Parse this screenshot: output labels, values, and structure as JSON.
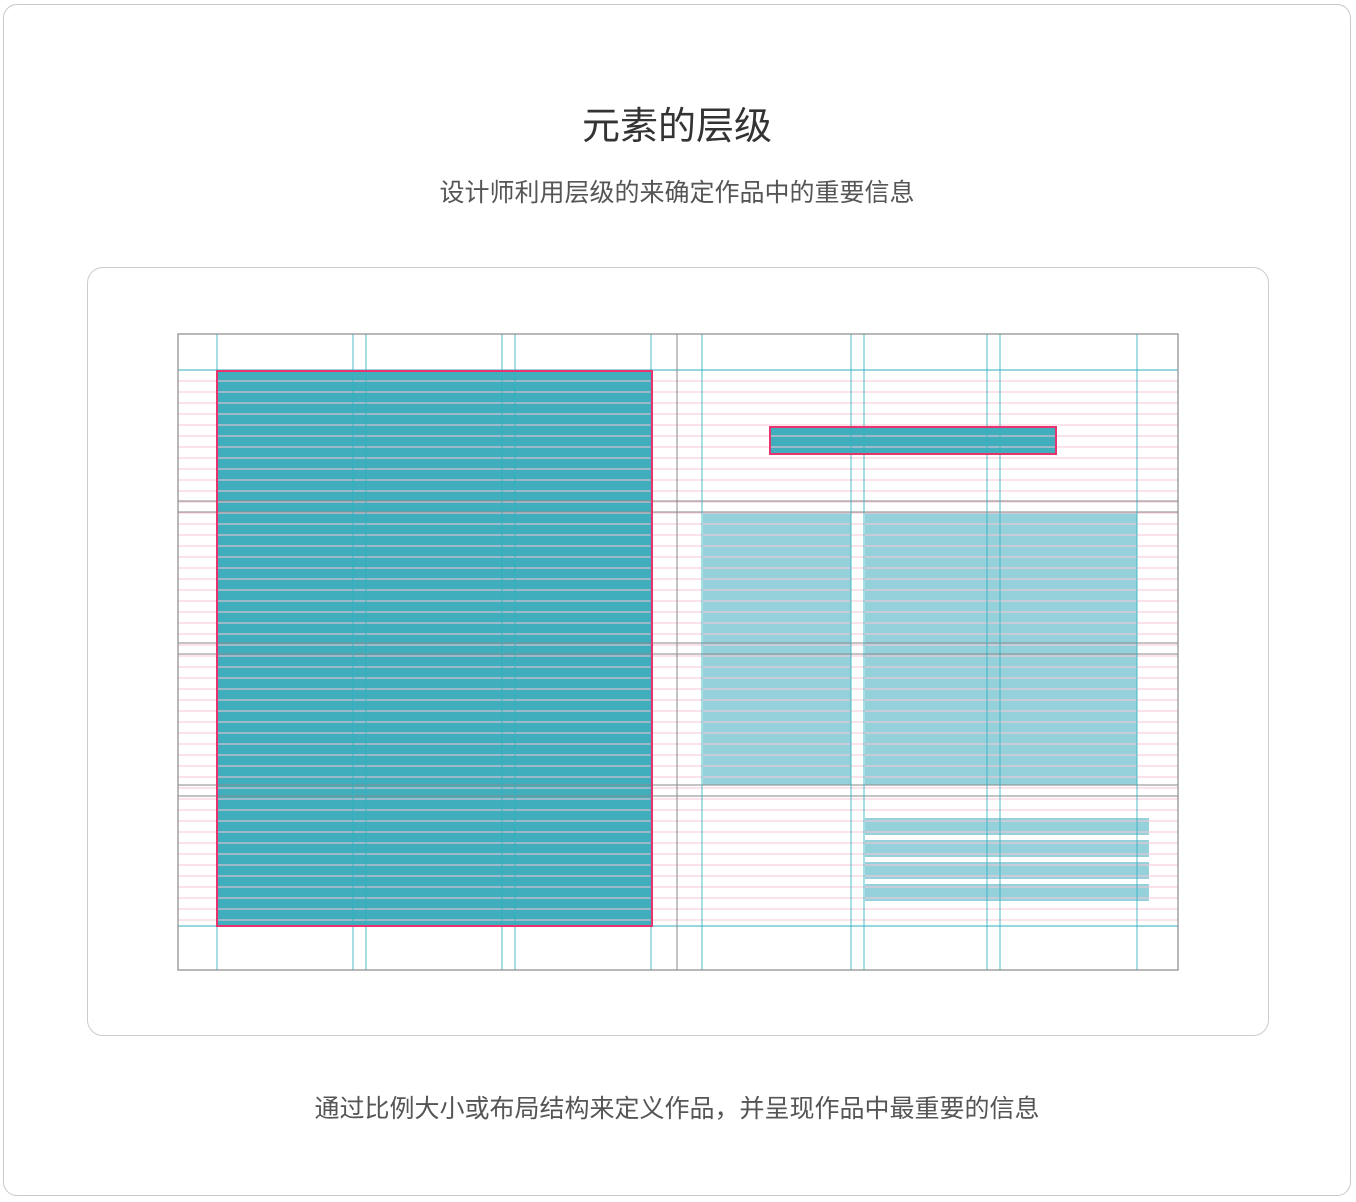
{
  "header": {
    "title": "元素的层级",
    "subtitle": "设计师利用层级的来确定作品中的重要信息"
  },
  "footer": {
    "caption": "通过比例大小或布局结构来定义作品，并呈现作品中最重要的信息"
  },
  "colors": {
    "primary_block": "#40aebc",
    "secondary_block": "#95d1da",
    "highlight_border": "#e8336e",
    "baseline": "#f9c6d6",
    "column_line": "#2fb0be",
    "frame": "#8a8a8a"
  }
}
